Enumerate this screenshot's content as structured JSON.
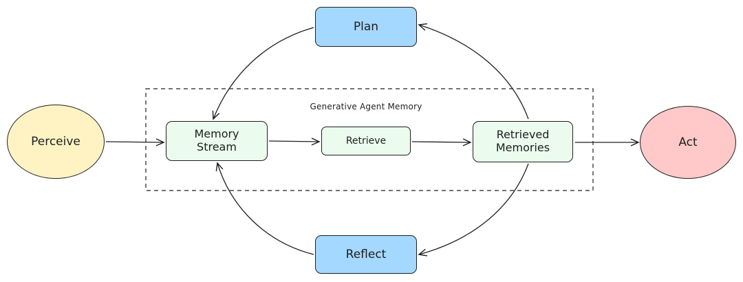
{
  "group": {
    "label": "Generative Agent Memory"
  },
  "nodes": {
    "perceive": "Perceive",
    "act": "Act",
    "plan": "Plan",
    "reflect": "Reflect",
    "memory_stream": "Memory\nStream",
    "retrieve": "Retrieve",
    "retrieved_memories": "Retrieved\nMemories"
  },
  "colors": {
    "perceive": "#fff3c4",
    "act": "#ffc9c9",
    "plan_reflect": "#a5d8ff",
    "memory_boxes": "#ebfbee",
    "stroke": "#1e1e1e"
  },
  "edges": [
    {
      "from": "Perceive",
      "to": "Memory Stream"
    },
    {
      "from": "Memory Stream",
      "to": "Retrieve"
    },
    {
      "from": "Retrieve",
      "to": "Retrieved Memories"
    },
    {
      "from": "Retrieved Memories",
      "to": "Act"
    },
    {
      "from": "Retrieved Memories",
      "to": "Plan"
    },
    {
      "from": "Plan",
      "to": "Memory Stream"
    },
    {
      "from": "Retrieved Memories",
      "to": "Reflect"
    },
    {
      "from": "Reflect",
      "to": "Memory Stream"
    }
  ]
}
